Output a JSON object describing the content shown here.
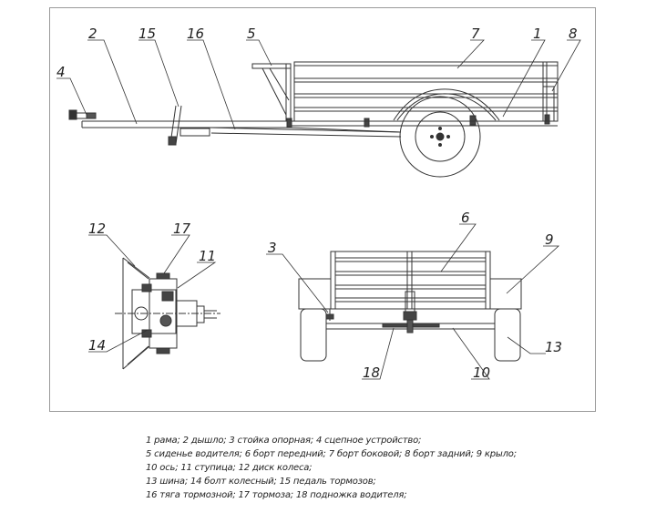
{
  "callouts": {
    "c1": "1",
    "c2": "2",
    "c3": "3",
    "c4": "4",
    "c5": "5",
    "c6": "6",
    "c7": "7",
    "c8": "8",
    "c9": "9",
    "c10": "10",
    "c11": "11",
    "c12": "12",
    "c13": "13",
    "c14": "14",
    "c15": "15",
    "c16": "16",
    "c17": "17",
    "c18": "18"
  },
  "legend": [
    "1 рама; 2 дышло; 3 стойка опорная; 4 сцепное устройство;",
    "5 сиденье водителя; 6 борт передний; 7 борт боковой; 8 борт задний; 9 крыло;",
    "10 ось; 11 ступица; 12 диск колеса;",
    "13 шина; 14 болт колесный; 15 педаль тормозов;",
    "16 тяга тормозной; 17 тормоза; 18 подножка водителя;"
  ]
}
